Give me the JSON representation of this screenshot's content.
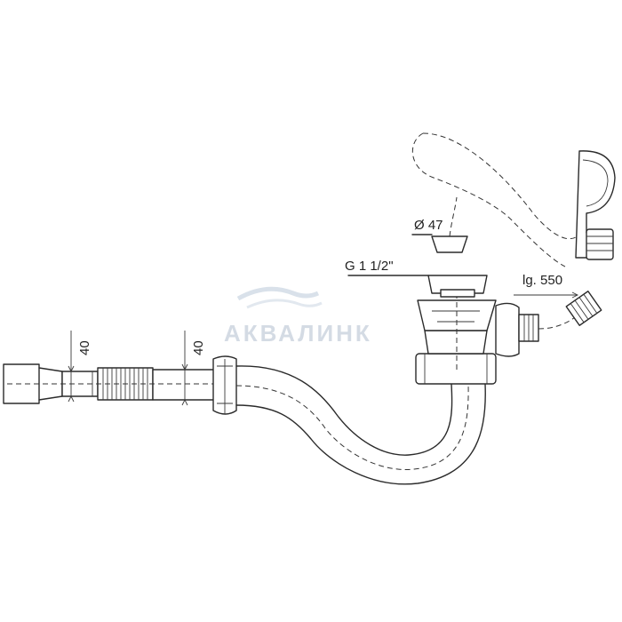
{
  "labels": {
    "dim_left": "40",
    "dim_right": "40",
    "diameter": "Ø 47",
    "thread": "G 1 1/2\"",
    "length": "lg. 550"
  },
  "watermark": {
    "text": "АКВАЛИНК"
  },
  "colors": {
    "line": "#2b2b2b",
    "watermark": "#d4dbe4"
  }
}
